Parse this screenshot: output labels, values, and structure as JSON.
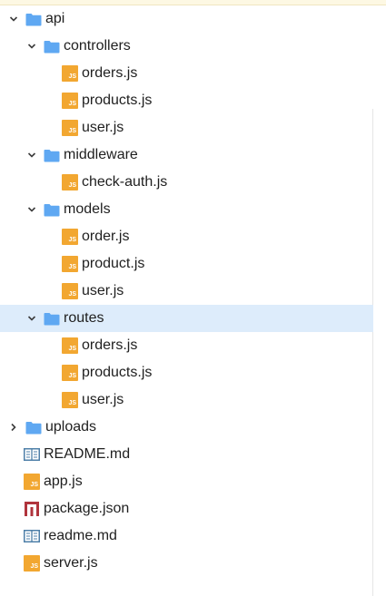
{
  "explorer": {
    "items": [
      {
        "label": "api",
        "type": "folder",
        "level": 0,
        "expanded": true
      },
      {
        "label": "controllers",
        "type": "folder",
        "level": 1,
        "expanded": true
      },
      {
        "label": "orders.js",
        "type": "js",
        "level": 2
      },
      {
        "label": "products.js",
        "type": "js",
        "level": 2
      },
      {
        "label": "user.js",
        "type": "js",
        "level": 2
      },
      {
        "label": "middleware",
        "type": "folder",
        "level": 1,
        "expanded": true
      },
      {
        "label": "check-auth.js",
        "type": "js",
        "level": 2
      },
      {
        "label": "models",
        "type": "folder",
        "level": 1,
        "expanded": true
      },
      {
        "label": "order.js",
        "type": "js",
        "level": 2
      },
      {
        "label": "product.js",
        "type": "js",
        "level": 2
      },
      {
        "label": "user.js",
        "type": "js",
        "level": 2
      },
      {
        "label": "routes",
        "type": "folder",
        "level": 1,
        "expanded": true,
        "selected": true
      },
      {
        "label": "orders.js",
        "type": "js",
        "level": 2
      },
      {
        "label": "products.js",
        "type": "js",
        "level": 2
      },
      {
        "label": "user.js",
        "type": "js",
        "level": 2
      },
      {
        "label": "uploads",
        "type": "folder",
        "level": 0,
        "expanded": false
      },
      {
        "label": "README.md",
        "type": "md",
        "level": 0
      },
      {
        "label": "app.js",
        "type": "js",
        "level": 0
      },
      {
        "label": "package.json",
        "type": "npm",
        "level": 0
      },
      {
        "label": "readme.md",
        "type": "md",
        "level": 0
      },
      {
        "label": "server.js",
        "type": "js",
        "level": 0
      }
    ],
    "js_icon_text": "JS"
  },
  "colors": {
    "folder": "#5fa8f2",
    "js_badge": "#f2a731",
    "md_icon": "#4d7fa8",
    "npm_icon": "#b0343c",
    "selected_row": "#ddecfb"
  }
}
